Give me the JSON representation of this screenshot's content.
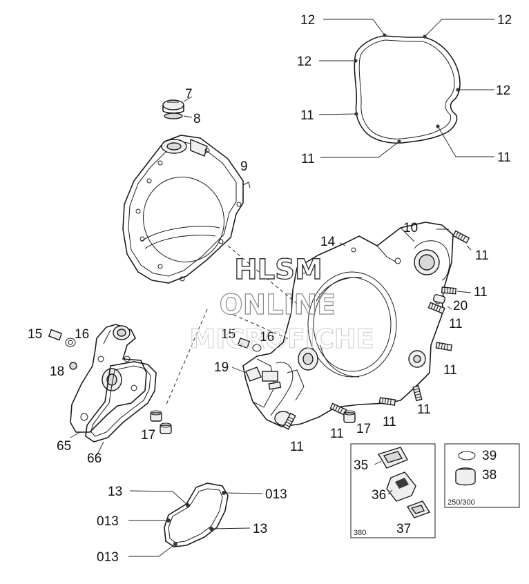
{
  "callouts": {
    "c12a": "12",
    "c12b": "12",
    "c12c": "12",
    "c12d": "12",
    "c11a": "11",
    "c11b": "11",
    "c11c": "11",
    "c7": "7",
    "c8": "8",
    "c9": "9",
    "c10": "10",
    "c14": "14",
    "c11d": "11",
    "c11e": "11",
    "c20": "20",
    "c11f": "11",
    "c11g": "11",
    "c11h": "11",
    "c11i": "11",
    "c17a": "17",
    "c11j": "11",
    "c11k": "11",
    "c15a": "15",
    "c16a": "16",
    "c18": "18",
    "c15b": "15",
    "c16b": "16",
    "c19": "19",
    "c65": "65",
    "c66": "66",
    "c17b": "17",
    "c13a": "13",
    "c013a": "013",
    "c013b": "013",
    "c13b": "13",
    "c013c": "013",
    "c35": "35",
    "c36": "36",
    "c37": "37",
    "c39": "39",
    "c38": "38"
  },
  "boxes": {
    "left_caption": "380",
    "right_caption": "250/300"
  },
  "watermark": {
    "line1": "HLSM",
    "line2": "ONLINE",
    "line3": "MICROFICHE"
  }
}
